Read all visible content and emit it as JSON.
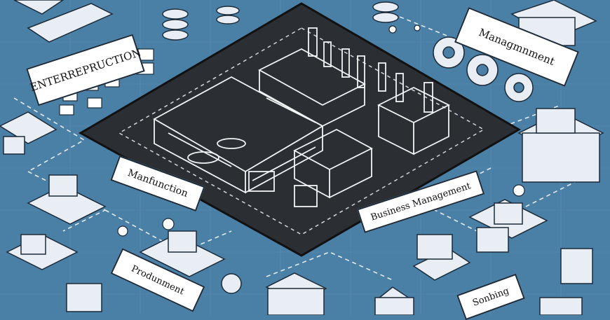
{
  "labels": {
    "enterprise": "ENTERREPRUCTION",
    "management": "Managmnment",
    "manufacturing": "Manfunction",
    "business": "Business Management",
    "production": "Produnment",
    "scheduling": "Sonbing"
  },
  "colors": {
    "background": "#4a7fa6",
    "platform": "#2b2f33",
    "line": "#ffffff",
    "ink": "#1c2b3a"
  }
}
